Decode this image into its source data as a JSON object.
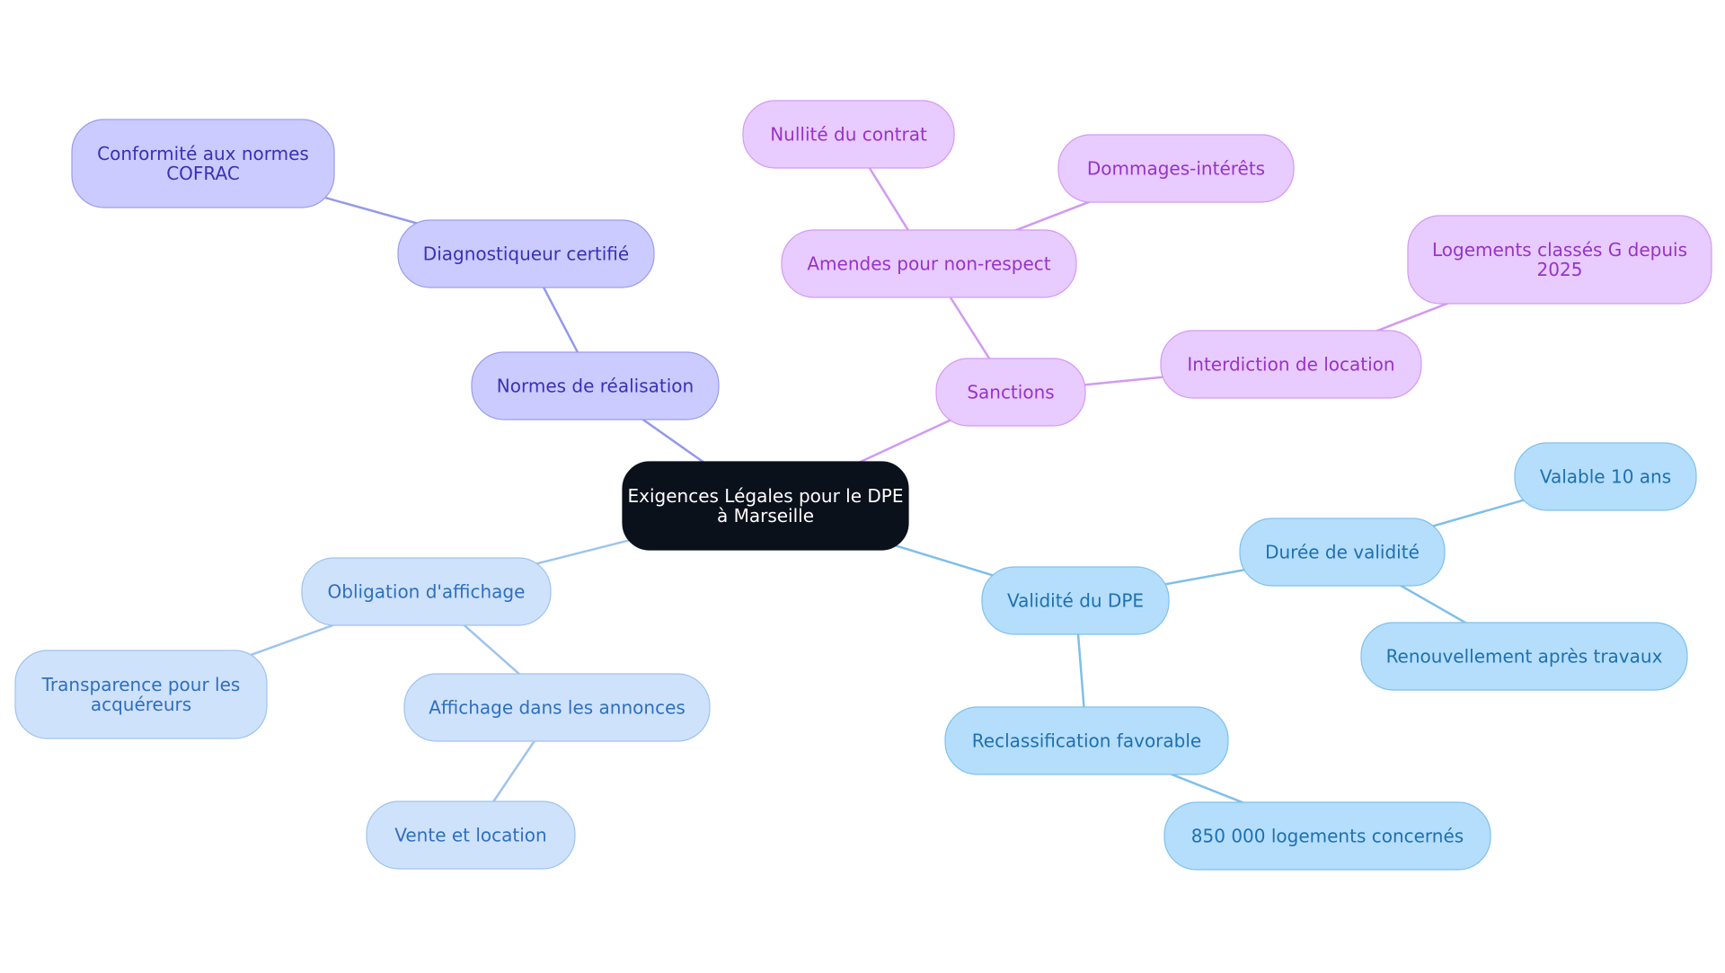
{
  "palette": {
    "root": {
      "fill": "#0b111b",
      "stroke": "#0b111b",
      "text": "#ffffff"
    },
    "indigo": {
      "fill": "#cbcbff",
      "stroke": "#9a9cf0",
      "text": "#3b30b8",
      "edge": "#9499ea"
    },
    "purple": {
      "fill": "#e8cbff",
      "stroke": "#d39af5",
      "text": "#9733c8",
      "edge": "#d19af2"
    },
    "lightblue": {
      "fill": "#cfe2fb",
      "stroke": "#9fc3ef",
      "text": "#2f6fbf",
      "edge": "#9fc4ec"
    },
    "skyblue": {
      "fill": "#b4defc",
      "stroke": "#7fc1ef",
      "text": "#1f70b0",
      "edge": "#7fbfe9"
    }
  },
  "nodes": [
    {
      "id": "root",
      "lines": [
        "Exigences Légales pour le DPE",
        "à Marseille"
      ],
      "color": "root"
    },
    {
      "id": "normes",
      "lines": [
        "Normes de réalisation"
      ],
      "color": "indigo"
    },
    {
      "id": "diagnostiqueur",
      "lines": [
        "Diagnostiqueur certifié"
      ],
      "color": "indigo"
    },
    {
      "id": "cofrac",
      "lines": [
        "Conformité aux normes",
        "COFRAC"
      ],
      "color": "indigo"
    },
    {
      "id": "sanctions",
      "lines": [
        "Sanctions"
      ],
      "color": "purple"
    },
    {
      "id": "amendes",
      "lines": [
        "Amendes pour non-respect"
      ],
      "color": "purple"
    },
    {
      "id": "nullite",
      "lines": [
        "Nullité du contrat"
      ],
      "color": "purple"
    },
    {
      "id": "dommages",
      "lines": [
        "Dommages-intérêts"
      ],
      "color": "purple"
    },
    {
      "id": "interdiction",
      "lines": [
        "Interdiction de location"
      ],
      "color": "purple"
    },
    {
      "id": "logementsg",
      "lines": [
        "Logements classés G depuis",
        "2025"
      ],
      "color": "purple"
    },
    {
      "id": "affichage",
      "lines": [
        "Obligation d'affichage"
      ],
      "color": "lightblue"
    },
    {
      "id": "transparence",
      "lines": [
        "Transparence pour les",
        "acquéreurs"
      ],
      "color": "lightblue"
    },
    {
      "id": "annonces",
      "lines": [
        "Affichage dans les annonces"
      ],
      "color": "lightblue"
    },
    {
      "id": "vente",
      "lines": [
        "Vente et location"
      ],
      "color": "lightblue"
    },
    {
      "id": "validite",
      "lines": [
        "Validité du DPE"
      ],
      "color": "skyblue"
    },
    {
      "id": "duree",
      "lines": [
        "Durée de validité"
      ],
      "color": "skyblue"
    },
    {
      "id": "valable",
      "lines": [
        "Valable 10 ans"
      ],
      "color": "skyblue"
    },
    {
      "id": "renouvellement",
      "lines": [
        "Renouvellement après travaux"
      ],
      "color": "skyblue"
    },
    {
      "id": "reclass",
      "lines": [
        "Reclassification favorable"
      ],
      "color": "skyblue"
    },
    {
      "id": "logements850",
      "lines": [
        "850 000 logements concernés"
      ],
      "color": "skyblue"
    }
  ],
  "edges": [
    {
      "from": "root",
      "to": "normes",
      "color": "indigo"
    },
    {
      "from": "normes",
      "to": "diagnostiqueur",
      "color": "indigo"
    },
    {
      "from": "diagnostiqueur",
      "to": "cofrac",
      "color": "indigo"
    },
    {
      "from": "root",
      "to": "sanctions",
      "color": "purple"
    },
    {
      "from": "sanctions",
      "to": "amendes",
      "color": "purple"
    },
    {
      "from": "amendes",
      "to": "nullite",
      "color": "purple"
    },
    {
      "from": "amendes",
      "to": "dommages",
      "color": "purple"
    },
    {
      "from": "sanctions",
      "to": "interdiction",
      "color": "purple"
    },
    {
      "from": "interdiction",
      "to": "logementsg",
      "color": "purple"
    },
    {
      "from": "root",
      "to": "affichage",
      "color": "lightblue"
    },
    {
      "from": "affichage",
      "to": "transparence",
      "color": "lightblue"
    },
    {
      "from": "affichage",
      "to": "annonces",
      "color": "lightblue"
    },
    {
      "from": "annonces",
      "to": "vente",
      "color": "lightblue"
    },
    {
      "from": "root",
      "to": "validite",
      "color": "skyblue"
    },
    {
      "from": "validite",
      "to": "duree",
      "color": "skyblue"
    },
    {
      "from": "duree",
      "to": "valable",
      "color": "skyblue"
    },
    {
      "from": "duree",
      "to": "renouvellement",
      "color": "skyblue"
    },
    {
      "from": "validite",
      "to": "reclass",
      "color": "skyblue"
    },
    {
      "from": "reclass",
      "to": "logements850",
      "color": "skyblue"
    }
  ]
}
